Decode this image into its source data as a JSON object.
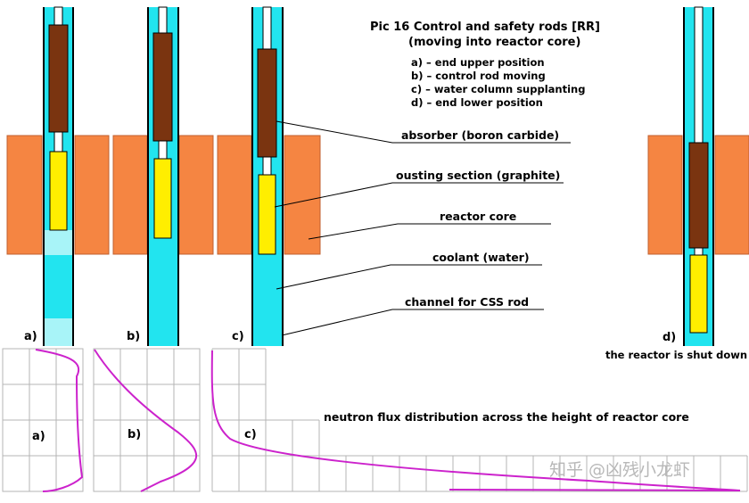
{
  "title": {
    "line1": "Pic 16 Control and safety rods [RR]",
    "line2": "(moving into reactor core)"
  },
  "legend": [
    "a) – end upper position",
    "b) – control rod moving",
    "c) – water column supplanting",
    "d) – end lower position"
  ],
  "labels": {
    "absorber": "absorber (boron carbide)",
    "ousting": "ousting section (graphite)",
    "core": "reactor core",
    "coolant": "coolant (water)",
    "channel": "channel for CSS rod"
  },
  "panels": {
    "a": "a)",
    "b": "b)",
    "c": "c)",
    "d": "d)"
  },
  "shutdown_note": "the reactor is shut down",
  "flux_caption": "neutron flux distribution across the height of reactor core",
  "flux_labels": {
    "a": "a)",
    "b": "b)",
    "c": "c)"
  },
  "watermark": "知乎 @凶残小龙虾",
  "colors": {
    "core": "#f58542",
    "coolant": "#22e4ef",
    "absorber": "#7a3410",
    "graphite": "#ffee00",
    "flux_curve": "#cc22cc",
    "grid": "#b4b4b4"
  }
}
